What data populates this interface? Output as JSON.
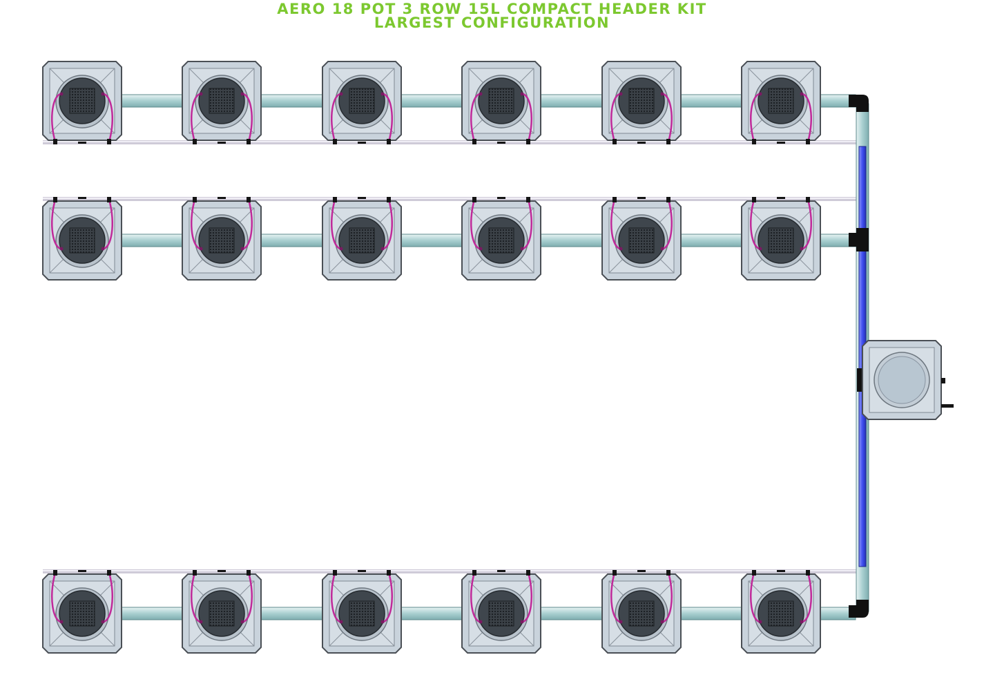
{
  "title": {
    "line1": "AERO 18 POT 3 ROW 15L COMPACT HEADER KIT",
    "line2": "LARGEST CONFIGURATION"
  },
  "layout": {
    "rows": 3,
    "pots_per_row": 6,
    "total_pots": 18,
    "pot_volume": "15L",
    "header_tank": 1
  },
  "colors": {
    "title_green": "#7cc82f",
    "pot_body": "#c9d3dc",
    "pot_outline": "#4a4f55",
    "net_cup": "#3f464d",
    "pipe_teal": "#a9cfd0",
    "feed_line": "#4a5af0",
    "return_hose": "#e3e0ea",
    "drip_hose": "#c02a9a",
    "elbow_black": "#111111",
    "connector_green": "#39d34a"
  }
}
